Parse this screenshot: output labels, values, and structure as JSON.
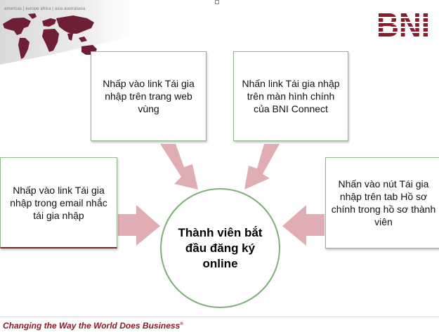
{
  "header": {
    "regions": "americas | europe  africa | asia  australasia",
    "logo_text": "BNI"
  },
  "boxes": {
    "top_left": "Nhấp vào link Tái gia nhập trên trang web vùng",
    "top_right": "Nhấn link Tái gia nhập trên màn hình chính của BNI Connect",
    "left": "Nhấp vào link Tái gia nhập trong email nhắc tái gia nhập",
    "right": "Nhấn vào nút Tái gia nhập trên tab Hồ sơ chính trong hồ sơ thành viên"
  },
  "center": {
    "text": "Thành viên bắt đầu đăng ký online"
  },
  "footer": {
    "tagline": "Changing the Way the World Does Business",
    "registered": "®"
  },
  "colors": {
    "brand": "#8b1a2b",
    "map": "#6e1f35",
    "arrow": "#e0aeb2",
    "box_border": "#8fb98c",
    "circle_border": "#7fae7a"
  }
}
